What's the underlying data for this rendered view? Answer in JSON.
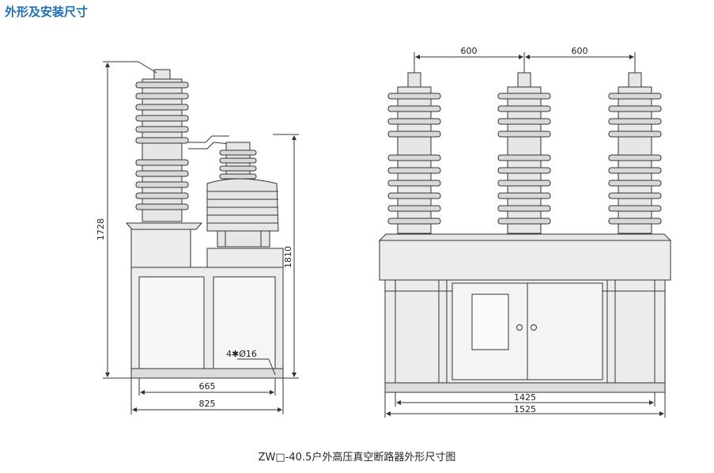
{
  "header": {
    "title": "外形及安装尺寸"
  },
  "caption": "ZW□-40.5户外高压真空断路器外形尺寸图",
  "dimensions": {
    "side_height": "1728",
    "side_height2": "1810",
    "side_width_inner": "665",
    "side_width_outer": "825",
    "mount_holes": "4✱Ø16",
    "pole_spacing_left": "600",
    "pole_spacing_right": "600",
    "front_width_inner": "1425",
    "front_width_outer": "1525"
  },
  "colors": {
    "title": "#1f6fb8",
    "line": "#333333",
    "fill": "#e6e6e6",
    "fill_dark": "#c9c9c9"
  }
}
